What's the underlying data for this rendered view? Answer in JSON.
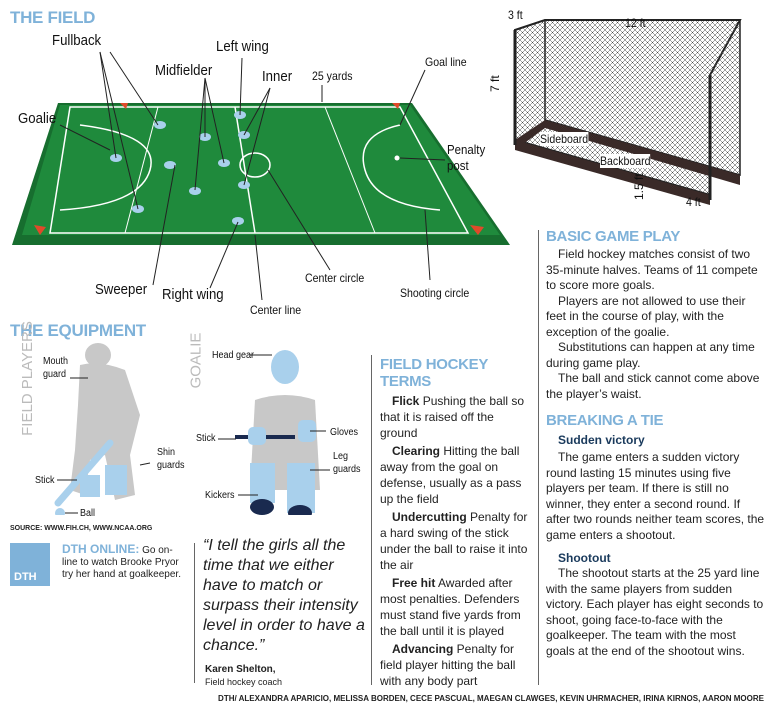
{
  "field": {
    "title": "THE FIELD",
    "labels": {
      "fullback": "Fullback",
      "left_wing": "Left wing",
      "midfielder": "Midfielder",
      "inner": "Inner",
      "yards": "25 yards",
      "goal_line": "Goal line",
      "goalie": "Goalie",
      "penalty_post": "Penalty post",
      "sweeper": "Sweeper",
      "right_wing": "Right wing",
      "center_circle": "Center circle",
      "shooting_circle": "Shooting circle",
      "center_line": "Center line"
    }
  },
  "goal": {
    "depth": "3 ft",
    "width": "12 ft",
    "height": "7 ft",
    "sideboard": "Sideboard",
    "backboard": "Backboard",
    "board_height": "1.5 ft",
    "board_depth": "4 ft"
  },
  "equipment": {
    "title": "THE EQUIPMENT",
    "field_players": "FIELD PLAYERS",
    "goalie": "GOALIE",
    "mouth_guard": "Mouth guard",
    "stick": "Stick",
    "shin_guards": "Shin guards",
    "ball": "Ball",
    "head_gear": "Head gear",
    "goalie_stick": "Stick",
    "gloves": "Gloves",
    "leg_guards": "Leg guards",
    "kickers": "Kickers"
  },
  "source": "SOURCE: WWW.FIH.CH, WWW.NCAA.ORG",
  "online": {
    "logo": "DTH",
    "title": "DTH ONLINE:",
    "text": "Go on-line to watch Brooke Pryor try her hand at goalkeeper."
  },
  "quote": {
    "text": "“I tell the girls all the time that we either have to match or surpass their intensity level in order to have a chance.”",
    "name": "Karen Shelton,",
    "role": "Field hockey coach"
  },
  "terms": {
    "title": "FIELD HOCKEY TERMS",
    "items": [
      {
        "term": "Flick",
        "def": " Pushing the ball so that it is raised off the ground"
      },
      {
        "term": "Clearing",
        "def": " Hitting the ball away from the goal on defense, usually as a pass up the field"
      },
      {
        "term": "Undercutting",
        "def": " Penalty for a hard swing of the stick under the ball to raise it into the air"
      },
      {
        "term": "Free hit",
        "def": " Awarded after most penalties. Defenders must stand five yards from the ball until it is played"
      },
      {
        "term": "Advancing",
        "def": " Penalty for field player hitting the ball with any body part"
      }
    ]
  },
  "basic": {
    "title": "BASIC GAME PLAY",
    "paras": [
      "Field hockey matches consist of two 35-minute halves. Teams of 11 compete to score more goals.",
      "Players are not allowed to use their feet in the course of play, with the exception of the goalie.",
      "Substitutions can happen at any time during game play.",
      "The ball and stick cannot come above the player’s waist."
    ]
  },
  "tie": {
    "title": "BREAKING A TIE",
    "sudden_title": "Sudden victory",
    "sudden": "The game enters a sudden victory round lasting 15 minutes using five players per team. If there is still no winner, they enter a second round. If after two rounds neither team scores, the game enters a shootout.",
    "shootout_title": "Shootout",
    "shootout": "The shootout starts at the 25 yard line with the same players from sudden victory. Each player has eight seconds  to shoot, going face-to-face with the goalkeeper. The team with the most goals at the end of the shootout wins."
  },
  "credits": "DTH/ ALEXANDRA APARICIO, MELISSA BORDEN, CECE PASCUAL, MAEGAN CLAWGES, KEVIN UHRMACHER, IRINA KIRNOS, AARON MOORE",
  "colors": {
    "accent": "#7fb2d9",
    "field": "#1f8a3c",
    "field_dark": "#176e2f",
    "player": "#a9d0ec",
    "navy": "#1a2a4f",
    "silhouette": "#c8c8c8"
  }
}
